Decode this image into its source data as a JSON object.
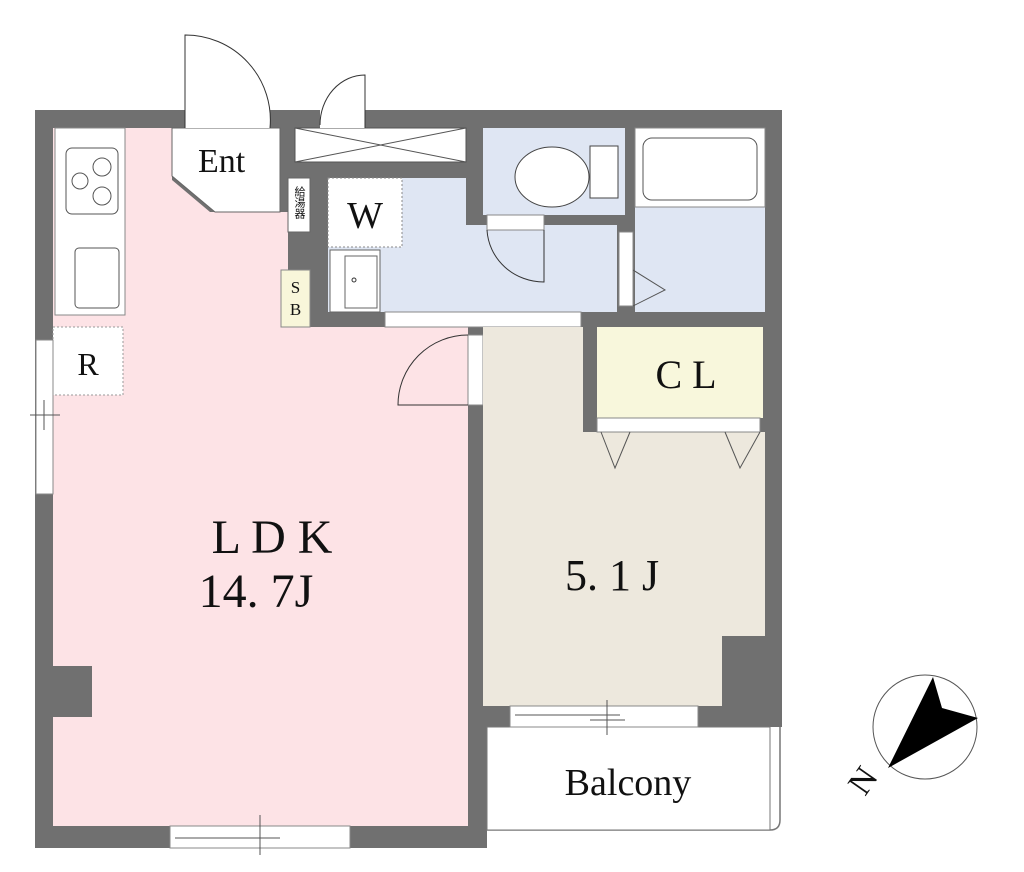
{
  "rooms": {
    "entrance": "Ent",
    "water_heater": "給湯器",
    "washroom": "W",
    "shoe_box": "SB",
    "refrigerator": "R",
    "ldk_name": "L D K",
    "ldk_size": "14. 7J",
    "bedroom_size": "5. 1 J",
    "closet": "C L",
    "balcony": "Balcony"
  },
  "compass": {
    "label": "N"
  },
  "colors": {
    "wall": "#707070",
    "ldk": "#FDE3E6",
    "wet": "#DFE6F3",
    "bedroom": "#EDE8DD",
    "closet": "#F8F7DC",
    "shoe_box": "#F8F6DA"
  }
}
